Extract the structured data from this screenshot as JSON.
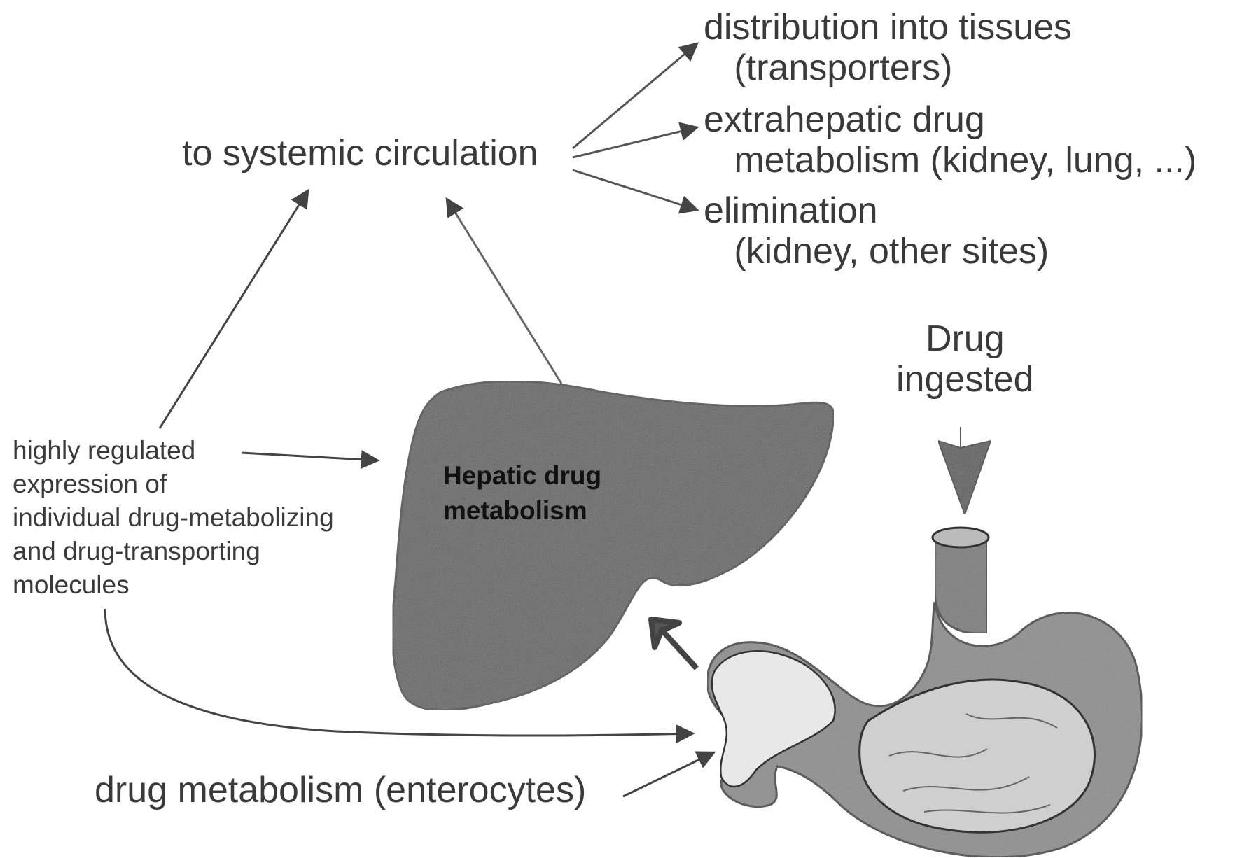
{
  "diagram": {
    "systemic": "to systemic circulation",
    "distribution": "distribution into tissues\n   (transporters)",
    "extrahepatic": "extrahepatic drug\n   metabolism (kidney, lung, ...)",
    "elimination": "elimination\n   (kidney, other sites)",
    "drug_ingested": "Drug\ningested",
    "regulated": "highly regulated\nexpression of\nindividual drug-metabolizing\nand drug-transporting\nmolecules",
    "hepatic": "Hepatic drug\nmetabolism",
    "enterocytes": "drug metabolism (enterocytes)"
  },
  "colors": {
    "liver": "#5a5a5a",
    "stomach": "#8a8a8a",
    "arrow": "#444444"
  }
}
